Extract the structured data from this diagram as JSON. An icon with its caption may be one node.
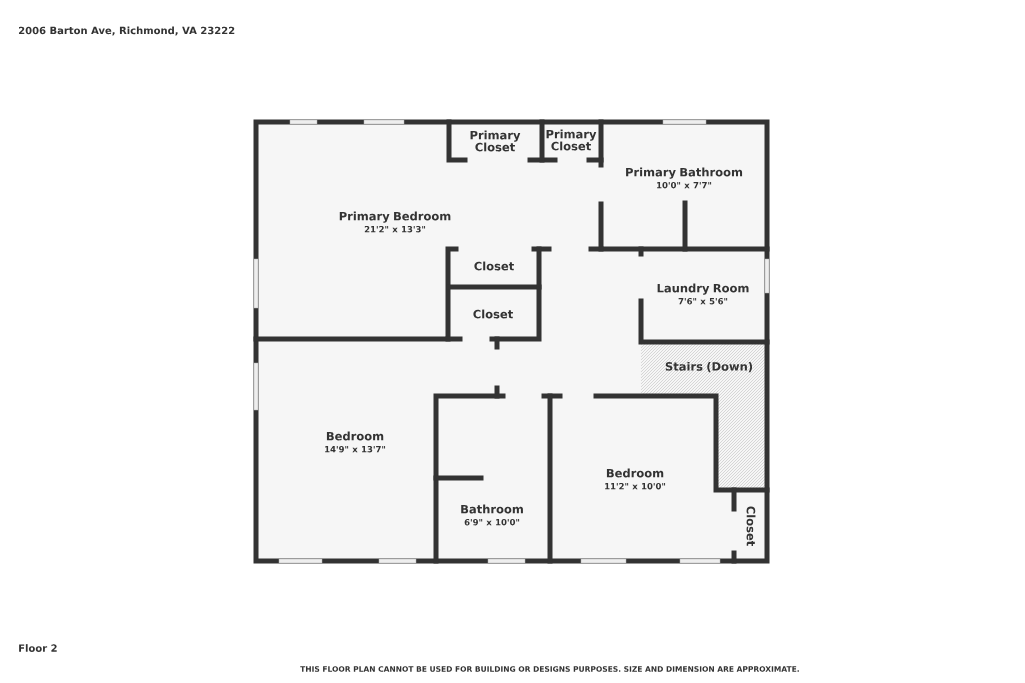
{
  "diagram": {
    "title": "2006 Barton Ave, Richmond, VA 23222",
    "nodes": [
      {
        "text": [
          "Primary Bedroom",
          "21'2\" x 13'3\""
        ]
      },
      {
        "text": [
          "Primary Closet"
        ]
      },
      {
        "text": [
          "Primary Closet"
        ]
      },
      {
        "text": [
          "Primary Bathroom",
          "10'0\" x 7'7\""
        ]
      },
      {
        "text": [
          "Closet"
        ]
      },
      {
        "text": [
          "Closet"
        ]
      },
      {
        "text": [
          "Laundry Room",
          "7'6\" x 5'6\""
        ]
      },
      {
        "text": [
          "Stairs (Down)"
        ]
      },
      {
        "text": [
          "Bedroom",
          "14'9\" x 13'7\""
        ]
      },
      {
        "text": [
          "Bathroom",
          "6'9\" x 10'0\""
        ]
      },
      {
        "text": [
          "Bedroom",
          "11'2\" x 10'0\""
        ]
      },
      {
        "text": [
          "Closet"
        ]
      }
    ],
    "labels": [
      "Floor 2",
      "THIS FLOOR PLAN CANNOT BE USED FOR BUILDING OR DESIGNS PURPOSES. SIZE AND DIMENSION ARE APPROXIMATE."
    ]
  }
}
